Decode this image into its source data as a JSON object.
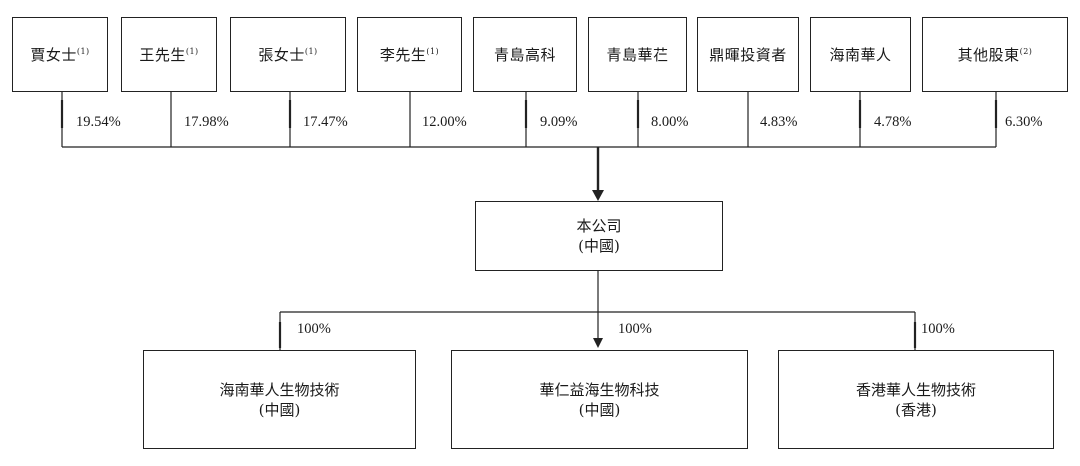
{
  "shareholders": [
    {
      "name": "賈女士",
      "note": "(1)",
      "pct": "19.54%"
    },
    {
      "name": "王先生",
      "note": "(1)",
      "pct": "17.98%"
    },
    {
      "name": "張女士",
      "note": "(1)",
      "pct": "17.47%"
    },
    {
      "name": "李先生",
      "note": "(1)",
      "pct": "12.00%"
    },
    {
      "name": "青島高科",
      "note": "",
      "pct": "9.09%"
    },
    {
      "name": "青島華芢",
      "note": "",
      "pct": "8.00%"
    },
    {
      "name": "鼎暉投資者",
      "note": "",
      "pct": "4.83%"
    },
    {
      "name": "海南華人",
      "note": "",
      "pct": "4.78%"
    },
    {
      "name": "其他股東",
      "note": "(2)",
      "pct": "6.30%"
    }
  ],
  "company": {
    "name": "本公司",
    "region": "(中國)"
  },
  "subsidiaries": [
    {
      "name": "海南華人生物技術",
      "region": "(中國)",
      "pct": "100%"
    },
    {
      "name": "華仁益海生物科技",
      "region": "(中國)",
      "pct": "100%"
    },
    {
      "name": "香港華人生物技術",
      "region": "(香港)",
      "pct": "100%"
    }
  ]
}
